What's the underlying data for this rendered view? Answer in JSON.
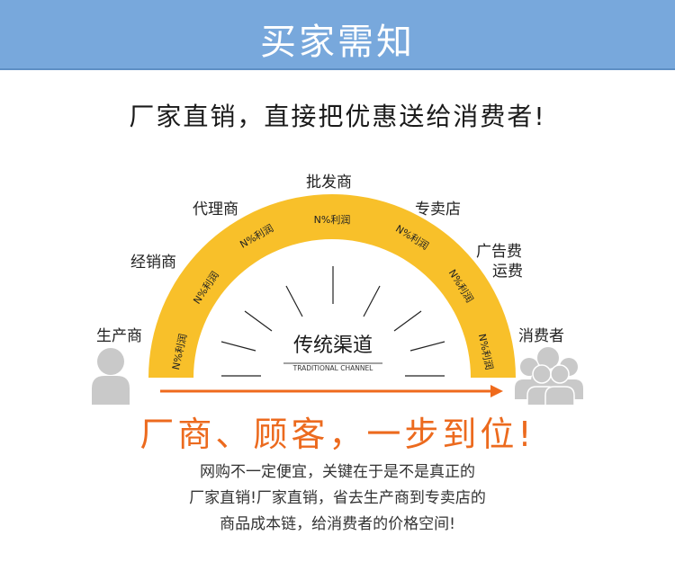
{
  "colors": {
    "banner": "#78a8dc",
    "arc": "#f8c02a",
    "arrow": "#ef6a1c",
    "person": "#c9c9c9"
  },
  "header": {
    "title": "买家需知"
  },
  "tagline": "厂家直销，直接把优惠送给消费者!",
  "diagram": {
    "nodes": {
      "producer": "生产商",
      "distributor": "经销商",
      "agent": "代理商",
      "wholesaler": "批发商",
      "store": "专卖店",
      "ad_fee": "广告费",
      "shipping_fee": "运费",
      "consumer": "消费者"
    },
    "profit_label": "N%利润",
    "center_title": "传统渠道",
    "center_subtitle": "TRADITIONAL CHANNEL"
  },
  "slogan": "厂商、顾客，一步到位!",
  "description": [
    "网购不一定便宜，关键在于是不是真正的",
    "厂家直销!厂家直销，省去生产商到专卖店的",
    "商品成本链，给消费者的价格空间!"
  ],
  "icons": {
    "producer": "person-icon",
    "consumer": "group-icon"
  }
}
